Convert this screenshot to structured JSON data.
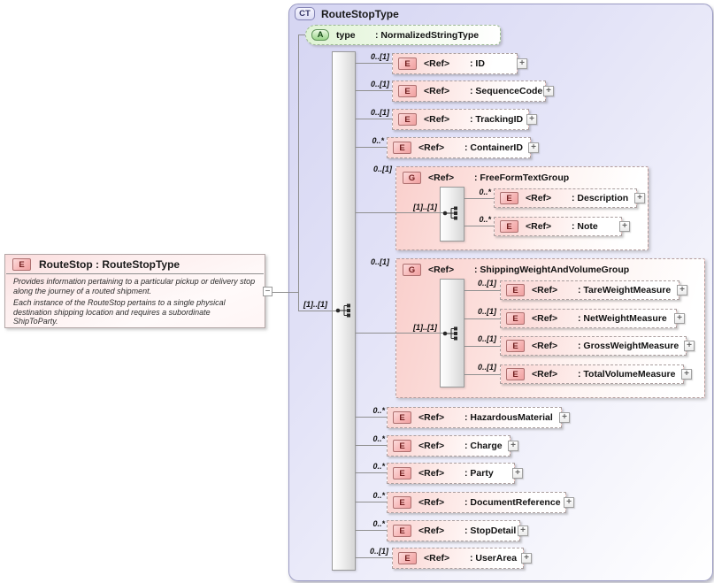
{
  "symbols": {
    "expand": "+",
    "collapse": "−"
  },
  "left_panel": {
    "badge": "E",
    "title": "RouteStop : RouteStopType",
    "doc1": "Provides information pertaining to a particular pickup or delivery stop along the journey of a routed shipment.",
    "doc2": "Each instance of the RouteStop pertains to a single physical destination shipping location and requires a subordinate ShipToParty."
  },
  "ct": {
    "badge": "CT",
    "title": "RouteStopType",
    "attribute": {
      "badge": "A",
      "name": "type",
      "type": ": NormalizedStringType"
    },
    "seq_card": "[1]..[1]",
    "children": [
      {
        "kind": "element",
        "badge": "E",
        "card": "0..[1]",
        "ref": "<Ref>",
        "name": ": ID"
      },
      {
        "kind": "element",
        "badge": "E",
        "card": "0..[1]",
        "ref": "<Ref>",
        "name": ": SequenceCode"
      },
      {
        "kind": "element",
        "badge": "E",
        "card": "0..[1]",
        "ref": "<Ref>",
        "name": ": TrackingID"
      },
      {
        "kind": "element",
        "badge": "E",
        "card": "0..*",
        "ref": "<Ref>",
        "name": ": ContainerID"
      },
      {
        "kind": "group",
        "badge": "G",
        "card": "0..[1]",
        "ref": "<Ref>",
        "name": ": FreeFormTextGroup",
        "seq_card": "[1]..[1]",
        "children": [
          {
            "badge": "E",
            "card": "0..*",
            "ref": "<Ref>",
            "name": ": Description"
          },
          {
            "badge": "E",
            "card": "0..*",
            "ref": "<Ref>",
            "name": ": Note"
          }
        ]
      },
      {
        "kind": "group",
        "badge": "G",
        "card": "0..[1]",
        "ref": "<Ref>",
        "name": ": ShippingWeightAndVolumeGroup",
        "seq_card": "[1]..[1]",
        "children": [
          {
            "badge": "E",
            "card": "0..[1]",
            "ref": "<Ref>",
            "name": ": TareWeightMeasure"
          },
          {
            "badge": "E",
            "card": "0..[1]",
            "ref": "<Ref>",
            "name": ": NetWeightMeasure"
          },
          {
            "badge": "E",
            "card": "0..[1]",
            "ref": "<Ref>",
            "name": ": GrossWeightMeasure"
          },
          {
            "badge": "E",
            "card": "0..[1]",
            "ref": "<Ref>",
            "name": ": TotalVolumeMeasure"
          }
        ]
      },
      {
        "kind": "element",
        "badge": "E",
        "card": "0..*",
        "ref": "<Ref>",
        "name": ": HazardousMaterial"
      },
      {
        "kind": "element",
        "badge": "E",
        "card": "0..*",
        "ref": "<Ref>",
        "name": ": Charge"
      },
      {
        "kind": "element",
        "badge": "E",
        "card": "0..*",
        "ref": "<Ref>",
        "name": ": Party"
      },
      {
        "kind": "element",
        "badge": "E",
        "card": "0..*",
        "ref": "<Ref>",
        "name": ": DocumentReference"
      },
      {
        "kind": "element",
        "badge": "E",
        "card": "0..*",
        "ref": "<Ref>",
        "name": ": StopDetail"
      },
      {
        "kind": "element",
        "badge": "E",
        "card": "0..[1]",
        "ref": "<Ref>",
        "name": ": UserArea"
      }
    ]
  }
}
